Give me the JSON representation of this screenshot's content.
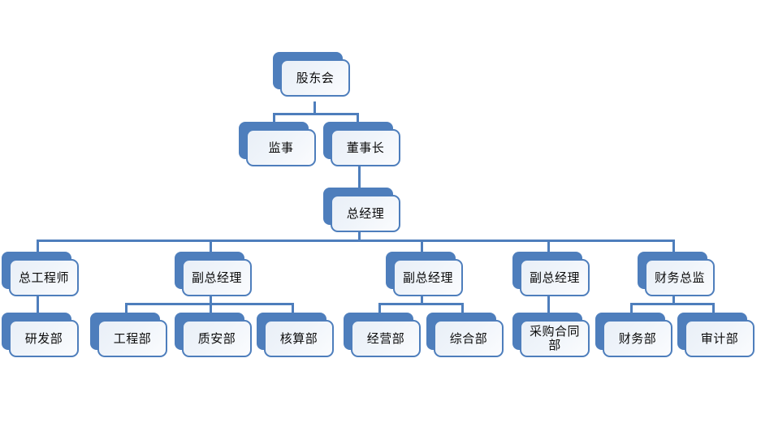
{
  "chart": {
    "type": "org-chart",
    "title": "",
    "theme": {
      "box_fill": "#EFF4FA",
      "box_border": "#4E7EBC",
      "box_shadow": "#4E7EBC",
      "connector": "#4E7EBC",
      "text": "#0B0B0B",
      "background": "#FFFFFF"
    },
    "levels": [
      {
        "level": 1,
        "nodes": [
          "shareholders_meeting"
        ]
      },
      {
        "level": 2,
        "nodes": [
          "supervisor",
          "chairman"
        ]
      },
      {
        "level": 3,
        "nodes": [
          "general_manager"
        ]
      },
      {
        "level": 4,
        "nodes": [
          "chief_engineer",
          "deputy_gm_1",
          "deputy_gm_2",
          "deputy_gm_3",
          "cfo"
        ]
      },
      {
        "level": 5,
        "nodes": [
          "rd_dept",
          "engineering_dept",
          "quality_safety_dept",
          "accounting_dept",
          "operations_dept",
          "general_affairs_dept",
          "procurement_contract_dept",
          "finance_dept",
          "audit_dept"
        ]
      }
    ],
    "nodes": {
      "shareholders_meeting": {
        "label": "股东会",
        "level": 1,
        "parent": null
      },
      "supervisor": {
        "label": "监事",
        "level": 2,
        "parent": "shareholders_meeting"
      },
      "chairman": {
        "label": "董事长",
        "level": 2,
        "parent": "shareholders_meeting"
      },
      "general_manager": {
        "label": "总经理",
        "level": 3,
        "parent": "chairman"
      },
      "chief_engineer": {
        "label": "总工程师",
        "level": 4,
        "parent": "general_manager"
      },
      "deputy_gm_1": {
        "label": "副总经理",
        "level": 4,
        "parent": "general_manager"
      },
      "deputy_gm_2": {
        "label": "副总经理",
        "level": 4,
        "parent": "general_manager"
      },
      "deputy_gm_3": {
        "label": "副总经理",
        "level": 4,
        "parent": "general_manager"
      },
      "cfo": {
        "label": "财务总监",
        "level": 4,
        "parent": "general_manager"
      },
      "rd_dept": {
        "label": "研发部",
        "level": 5,
        "parent": "chief_engineer"
      },
      "engineering_dept": {
        "label": "工程部",
        "level": 5,
        "parent": "deputy_gm_1"
      },
      "quality_safety_dept": {
        "label": "质安部",
        "level": 5,
        "parent": "deputy_gm_1"
      },
      "accounting_dept": {
        "label": "核算部",
        "level": 5,
        "parent": "deputy_gm_1"
      },
      "operations_dept": {
        "label": "经营部",
        "level": 5,
        "parent": "deputy_gm_2"
      },
      "general_affairs_dept": {
        "label": "综合部",
        "level": 5,
        "parent": "deputy_gm_2"
      },
      "procurement_contract_dept": {
        "label": "采购合同\n部",
        "level": 5,
        "parent": "deputy_gm_3"
      },
      "finance_dept": {
        "label": "财务部",
        "level": 5,
        "parent": "cfo"
      },
      "audit_dept": {
        "label": "审计部",
        "level": 5,
        "parent": "cfo"
      }
    }
  }
}
